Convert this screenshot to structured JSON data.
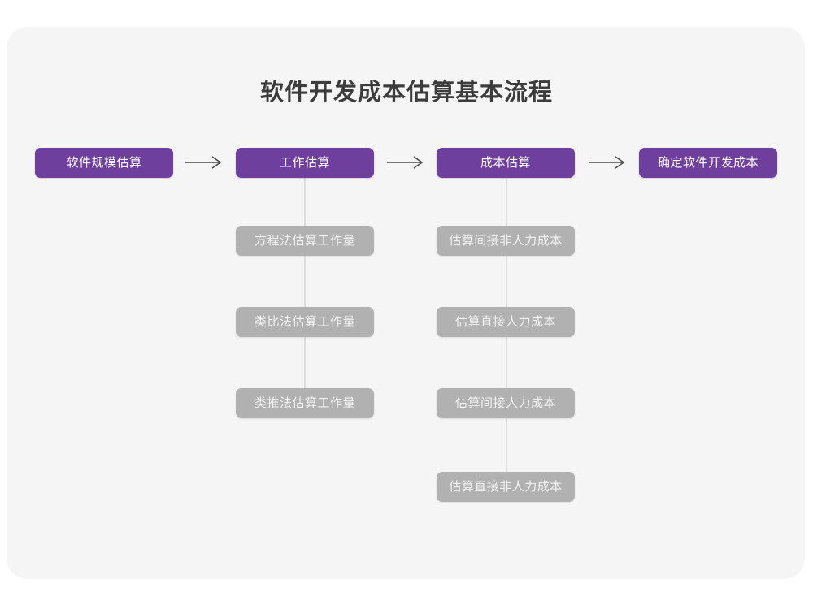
{
  "title": "软件开发成本估算基本流程",
  "colors": {
    "canvas": "#ffffff",
    "card": "#f5f5f5",
    "primary": "#6f3f9e",
    "secondary": "#b1b1b1",
    "connector": "#dcdcdc",
    "arrow": "#4a4a4a",
    "title_text": "#3c3c3c"
  },
  "flow": {
    "stages": [
      {
        "label": "软件规模估算"
      },
      {
        "label": "工作估算"
      },
      {
        "label": "成本估算"
      },
      {
        "label": "确定软件开发成本"
      }
    ],
    "arrows": [
      {
        "name": "arrow-stage1-to-stage2",
        "glyph": "→"
      },
      {
        "name": "arrow-stage2-to-stage3",
        "glyph": "→"
      },
      {
        "name": "arrow-stage3-to-stage4",
        "glyph": "→"
      }
    ],
    "branches": [
      {
        "parent": "工作估算",
        "items": [
          {
            "label": "方程法估算工作量"
          },
          {
            "label": "类比法估算工作量"
          },
          {
            "label": "类推法估算工作量"
          }
        ]
      },
      {
        "parent": "成本估算",
        "items": [
          {
            "label": "估算间接非人力成本"
          },
          {
            "label": "估算直接人力成本"
          },
          {
            "label": "估算间接人力成本"
          },
          {
            "label": "估算直接非人力成本"
          }
        ]
      }
    ]
  }
}
